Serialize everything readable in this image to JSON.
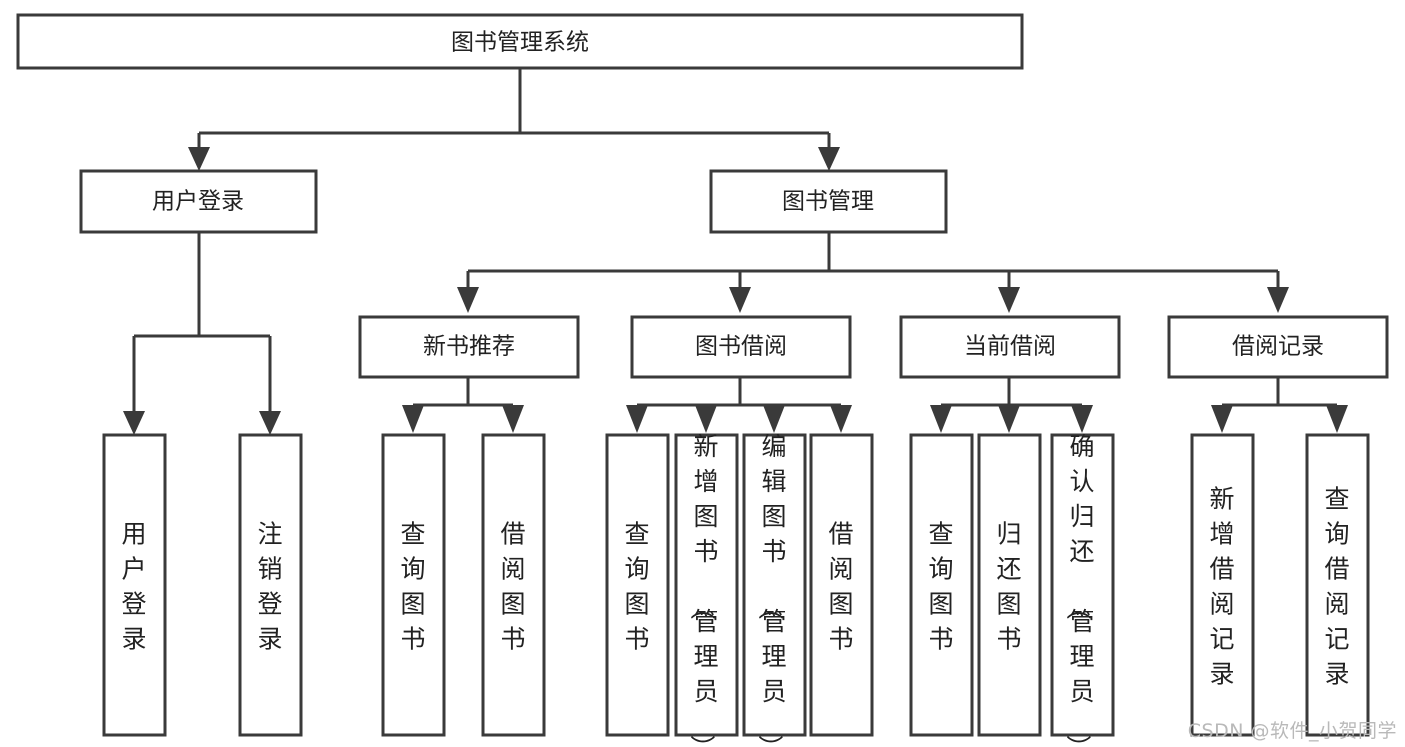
{
  "diagram": {
    "type": "tree-hierarchy",
    "title": "图书管理系统",
    "watermark": "CSDN @软件_小贺同学",
    "colors": {
      "stroke": "#3a3a3a",
      "fill": "#ffffff",
      "text": "#222222",
      "watermark": "#b9b9b9",
      "background": "#ffffff"
    },
    "levels": [
      {
        "level": 1,
        "labels": [
          "图书管理系统"
        ]
      },
      {
        "level": 2,
        "labels": [
          "用户登录",
          "图书管理"
        ]
      },
      {
        "level": 3,
        "labels": [
          "新书推荐",
          "图书借阅",
          "当前借阅",
          "借阅记录"
        ]
      },
      {
        "level": 4,
        "labels": [
          "用户登录",
          "注销登录",
          "查询图书",
          "借阅图书",
          "查询图书",
          "新增图书（管理员）",
          "编辑图书（管理员）",
          "借阅图书",
          "查询图书",
          "归还图书",
          "确认归还（管理员）",
          "新增借阅记录",
          "查询借阅记录"
        ]
      }
    ],
    "nodes": {
      "root": {
        "label": "图书管理系统"
      },
      "user_login": {
        "label": "用户登录"
      },
      "book_manage": {
        "label": "图书管理"
      },
      "new_book_rec": {
        "label": "新书推荐"
      },
      "book_borrow": {
        "label": "图书借阅"
      },
      "current_borrow": {
        "label": "当前借阅"
      },
      "borrow_record": {
        "label": "借阅记录"
      },
      "leaf_user_login": {
        "label": "用户登录"
      },
      "leaf_logout": {
        "label": "注销登录"
      },
      "leaf_query_book_1": {
        "label": "查询图书"
      },
      "leaf_borrow_book_1": {
        "label": "借阅图书"
      },
      "leaf_query_book_2": {
        "label": "查询图书"
      },
      "leaf_add_book": {
        "label": "新增图书（管理员）"
      },
      "leaf_edit_book": {
        "label": "编辑图书（管理员）"
      },
      "leaf_borrow_book_2": {
        "label": "借阅图书"
      },
      "leaf_query_book_3": {
        "label": "查询图书"
      },
      "leaf_return_book": {
        "label": "归还图书"
      },
      "leaf_confirm_return": {
        "label": "确认归还（管理员）"
      },
      "leaf_add_record": {
        "label": "新增借阅记录"
      },
      "leaf_query_record": {
        "label": "查询借阅记录"
      }
    },
    "edges": [
      {
        "from": "root",
        "to": "user_login"
      },
      {
        "from": "root",
        "to": "book_manage"
      },
      {
        "from": "user_login",
        "to": "leaf_user_login"
      },
      {
        "from": "user_login",
        "to": "leaf_logout"
      },
      {
        "from": "book_manage",
        "to": "new_book_rec"
      },
      {
        "from": "book_manage",
        "to": "book_borrow"
      },
      {
        "from": "book_manage",
        "to": "current_borrow"
      },
      {
        "from": "book_manage",
        "to": "borrow_record"
      },
      {
        "from": "new_book_rec",
        "to": "leaf_query_book_1"
      },
      {
        "from": "new_book_rec",
        "to": "leaf_borrow_book_1"
      },
      {
        "from": "book_borrow",
        "to": "leaf_query_book_2"
      },
      {
        "from": "book_borrow",
        "to": "leaf_add_book"
      },
      {
        "from": "book_borrow",
        "to": "leaf_edit_book"
      },
      {
        "from": "book_borrow",
        "to": "leaf_borrow_book_2"
      },
      {
        "from": "current_borrow",
        "to": "leaf_query_book_3"
      },
      {
        "from": "current_borrow",
        "to": "leaf_return_book"
      },
      {
        "from": "current_borrow",
        "to": "leaf_confirm_return"
      },
      {
        "from": "borrow_record",
        "to": "leaf_add_record"
      },
      {
        "from": "borrow_record",
        "to": "leaf_query_record"
      }
    ]
  }
}
